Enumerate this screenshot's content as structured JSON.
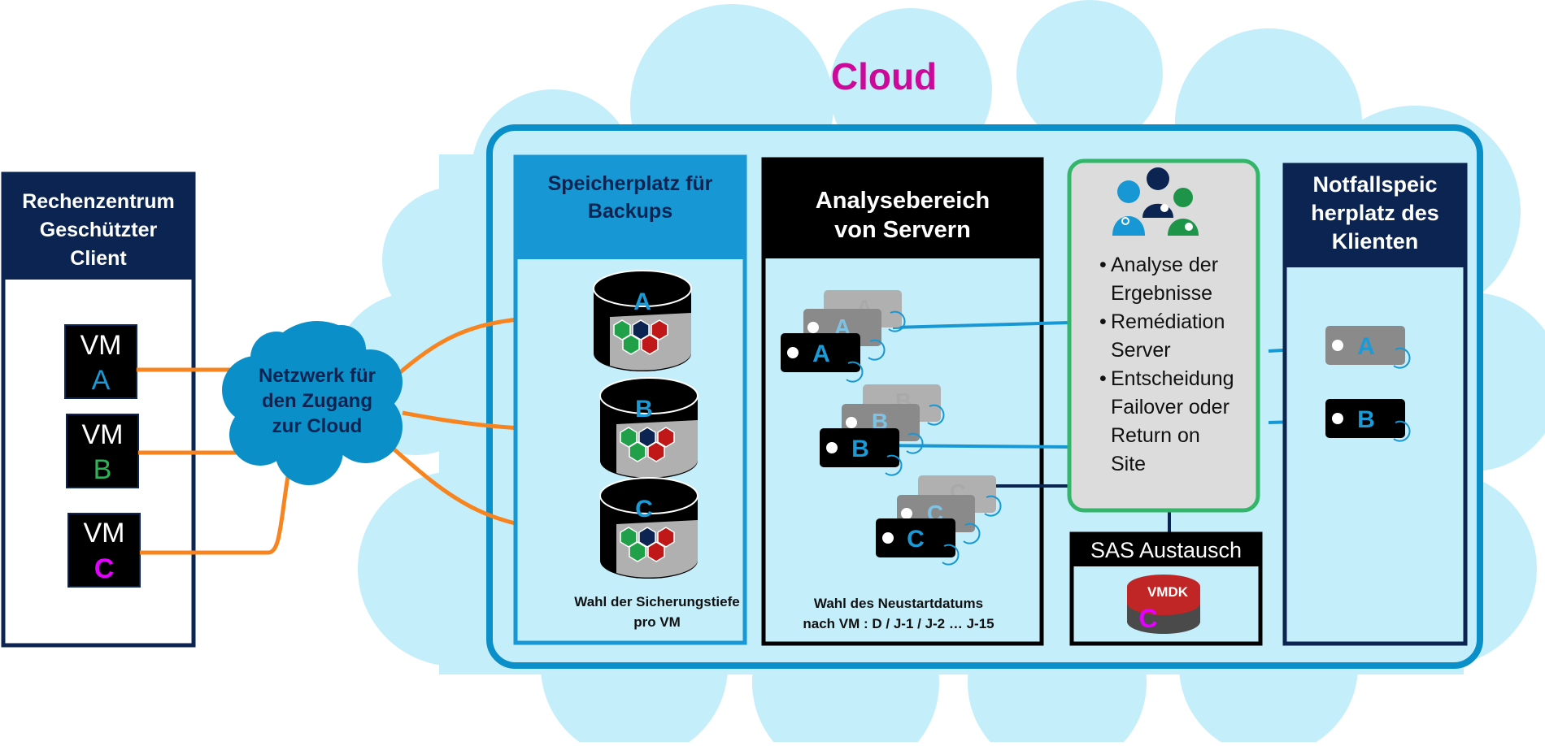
{
  "cloud": {
    "title": "Cloud"
  },
  "datacenter": {
    "title_lines": [
      "Rechenzentrum",
      "Geschützter",
      "Client"
    ]
  },
  "vms": [
    {
      "label": "VM",
      "letter": "A",
      "color": "#1a9ad6"
    },
    {
      "label": "VM",
      "letter": "B",
      "color": "#2fb35a"
    },
    {
      "label": "VM",
      "letter": "C",
      "color": "#e300ff"
    }
  ],
  "network": {
    "title_lines": [
      "Netzwerk für",
      "den Zugang",
      "zur Cloud"
    ]
  },
  "backup_storage": {
    "title_lines": [
      "Speicherplatz für",
      "Backups"
    ],
    "letters": [
      "A",
      "B",
      "C"
    ],
    "caption_lines": [
      "Wahl der Sicherungstiefe",
      "pro VM"
    ]
  },
  "analysis": {
    "title_lines": [
      "Analysebereich",
      "von Servern"
    ],
    "letters": [
      "A",
      "B",
      "C"
    ],
    "caption_lines": [
      "Wahl des Neustartdatums",
      "nach VM : D / J-1 / J-2 … J-15"
    ]
  },
  "team_panel": {
    "bullets": [
      [
        "Analyse der",
        "Ergebnisse"
      ],
      [
        "Remédiation",
        "Server"
      ],
      [
        "Entscheidung",
        "Failover oder",
        "Return on",
        "Site"
      ]
    ]
  },
  "sas": {
    "title": "SAS Austausch",
    "vmdk_label": "VMDK",
    "vmdk_letter": "C"
  },
  "emergency": {
    "title_lines": [
      "Notfallspeic",
      "herplatz des",
      "Klienten"
    ],
    "letters": [
      "A",
      "B"
    ]
  },
  "colors": {
    "cloud_fill": "#c5eefb",
    "frame_blue": "#0b8fc9",
    "navy": "#0c2451",
    "storage_header": "#1797d3",
    "orange": "#f7841e",
    "green_border": "#33b56a",
    "title_magenta": "#cc0a9a"
  }
}
